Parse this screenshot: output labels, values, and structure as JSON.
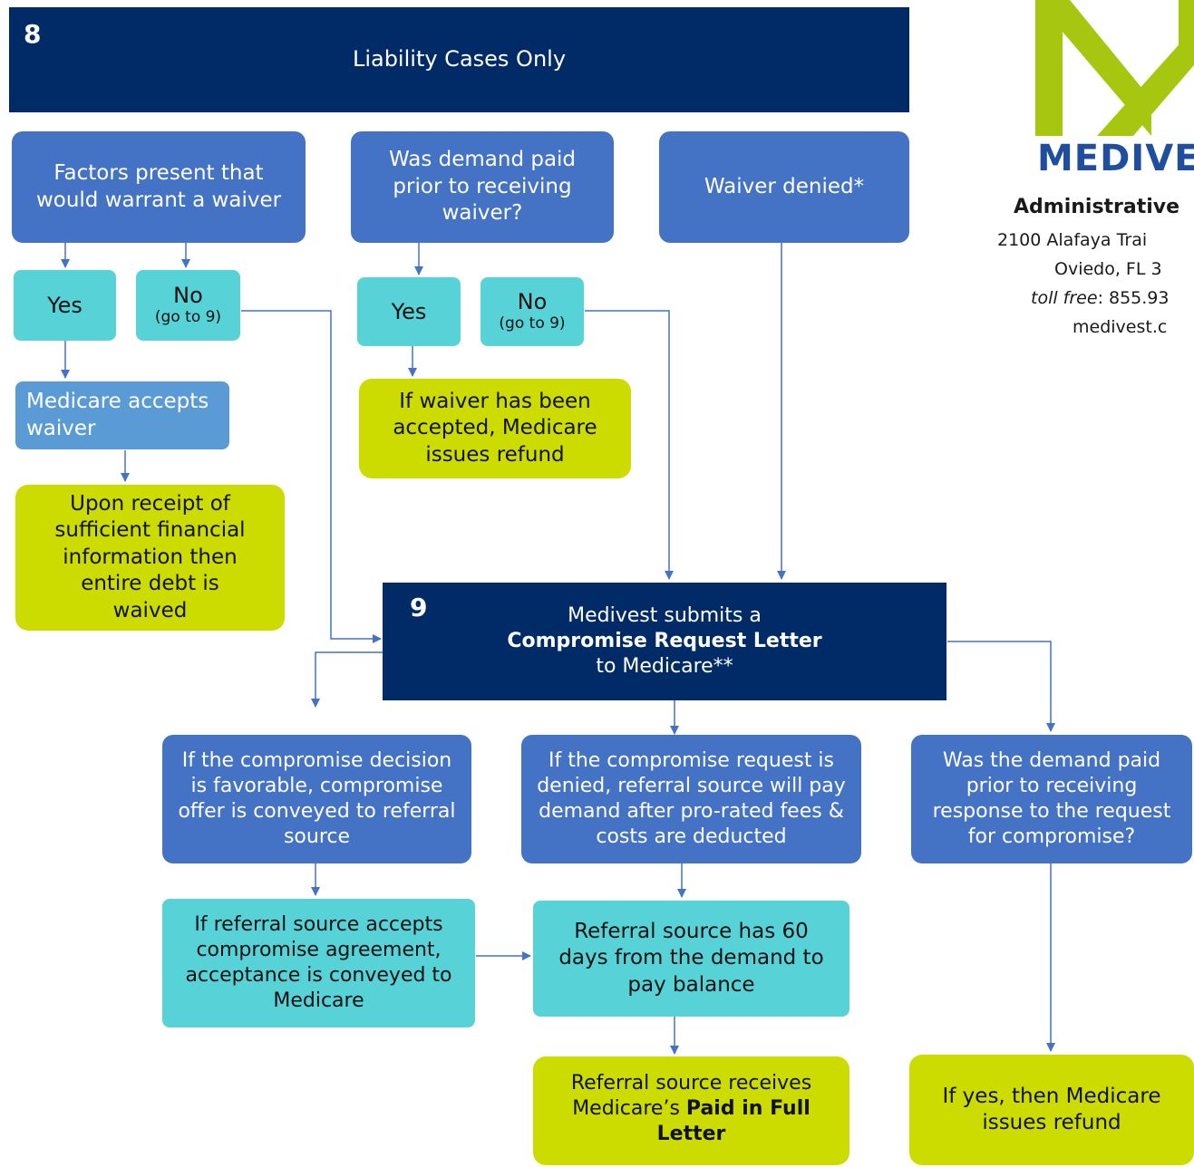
{
  "header": {
    "section_number": "8",
    "title": "Liability Cases Only"
  },
  "logo": {
    "company_name": "MEDIVE",
    "icon": "medivest-m-logo-icon",
    "accent_color": "#a7c60f",
    "text_color": "#1f4e9e"
  },
  "contact": {
    "line1": "Administrative",
    "line2": "2100 Alafaya Trai",
    "line3": "Oviedo, FL 3",
    "line4_label": "toll free",
    "line4_value": ": 855.93",
    "line5": "medivest.c"
  },
  "step8": {
    "factors": "Factors present that would warrant a waiver",
    "factors_yes": "Yes",
    "factors_no": "No",
    "factors_no_sub": "(go to 9)",
    "medicare_accepts": "Medicare accepts waiver",
    "upon_receipt": "Upon receipt of sufficient financial information then entire debt is waived",
    "demand_paid": "Was demand paid prior to receiving waiver?",
    "demand_yes": "Yes",
    "demand_no": "No",
    "demand_no_sub": "(go to 9)",
    "refund": "If waiver has been accepted, Medicare issues refund",
    "waiver_denied": "Waiver denied*"
  },
  "step9": {
    "section_number": "9",
    "line1": "Medivest submits a",
    "line2": "Compromise Request Letter",
    "line3": "to Medicare**"
  },
  "outcomes": {
    "favorable": "If the compromise decision is favorable, compromise offer is conveyed to referral source",
    "denied": "If the compromise request is denied, referral source will pay demand after pro-rated fees & costs are deducted",
    "paid_prior": "Was the demand paid prior to receiving response to the request for compromise?",
    "accepts": "If referral source accepts compromise agreement, acceptance is conveyed to Medicare",
    "sixty_days": "Referral source has 60 days from the demand to pay balance",
    "paid_full_pre": "Referral source receives Medicare’s ",
    "paid_full_bold": "Paid in Full Letter",
    "yes_refund": "If yes, then Medicare issues refund"
  },
  "colors": {
    "navy": "#002b66",
    "blue": "#4472c4",
    "light_blue": "#5b9bd5",
    "teal": "#57d3d8",
    "lime": "#cddc00",
    "connector": "#4472c4"
  }
}
